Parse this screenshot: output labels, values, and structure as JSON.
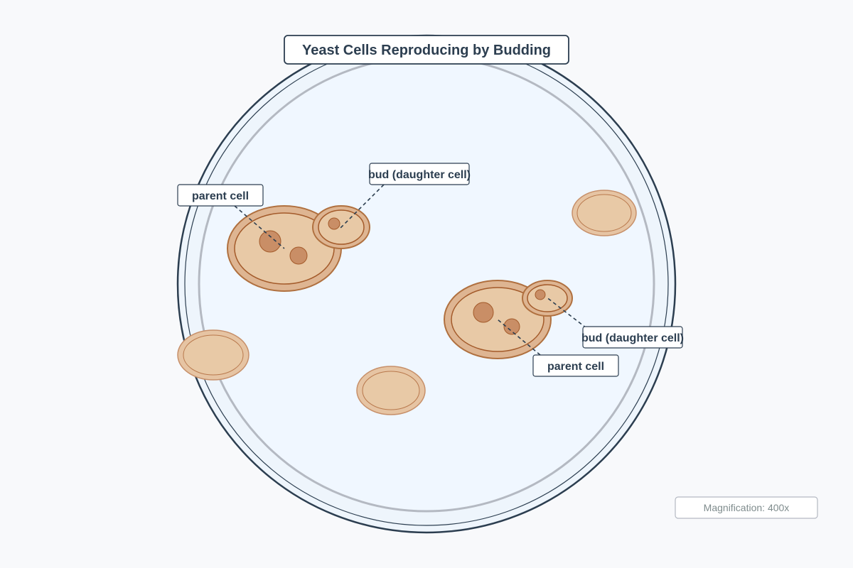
{
  "title": "Yeast Cells Reproducing by Budding",
  "labels": {
    "parent_cell_1": "parent cell",
    "bud_1": "bud (daughter cell)",
    "parent_cell_2": "parent cell",
    "bud_2": "bud (daughter cell)"
  },
  "magnification": "Magnification: 400x",
  "colors": {
    "outline": "#2c3e50",
    "field": "#eef5fc",
    "cell_fill": "#deb592",
    "cell_stroke": "#b0703f"
  }
}
